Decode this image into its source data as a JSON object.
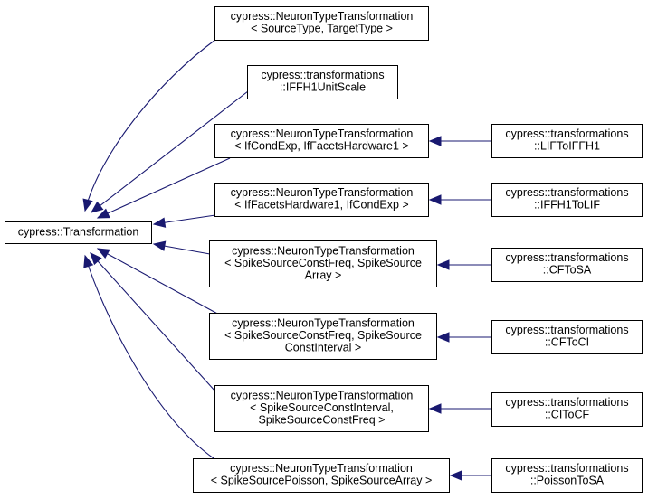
{
  "diagram": {
    "title": "",
    "base": {
      "id": "transformation",
      "lines": [
        "cypress::Transformation"
      ]
    },
    "templates": [
      {
        "id": "ntt-source-target",
        "lines": [
          "cypress::NeuronTypeTransformation",
          "< SourceType, TargetType >"
        ]
      },
      {
        "id": "iffh1-unit-scale",
        "lines": [
          "cypress::transformations",
          "::IFFH1UnitScale"
        ]
      },
      {
        "id": "ntt-ifcondexp-iffacets",
        "lines": [
          "cypress::NeuronTypeTransformation",
          "< IfCondExp, IfFacetsHardware1 >"
        ]
      },
      {
        "id": "ntt-iffacets-ifcondexp",
        "lines": [
          "cypress::NeuronTypeTransformation",
          "< IfFacetsHardware1, IfCondExp >"
        ]
      },
      {
        "id": "ntt-constfreq-array",
        "lines": [
          "cypress::NeuronTypeTransformation",
          "< SpikeSourceConstFreq, SpikeSource",
          "Array >"
        ]
      },
      {
        "id": "ntt-constfreq-constinterval",
        "lines": [
          "cypress::NeuronTypeTransformation",
          "< SpikeSourceConstFreq, SpikeSource",
          "ConstInterval >"
        ]
      },
      {
        "id": "ntt-constinterval-constfreq",
        "lines": [
          "cypress::NeuronTypeTransformation",
          "< SpikeSourceConstInterval,",
          "SpikeSourceConstFreq >"
        ]
      },
      {
        "id": "ntt-poisson-array",
        "lines": [
          "cypress::NeuronTypeTransformation",
          "< SpikeSourcePoisson, SpikeSourceArray >"
        ]
      }
    ],
    "leaves": [
      {
        "id": "lif-to-iffh1",
        "lines": [
          "cypress::transformations",
          "::LIFToIFFH1"
        ]
      },
      {
        "id": "iffh1-to-lif",
        "lines": [
          "cypress::transformations",
          "::IFFH1ToLIF"
        ]
      },
      {
        "id": "cf-to-sa",
        "lines": [
          "cypress::transformations",
          "::CFToSA"
        ]
      },
      {
        "id": "cf-to-ci",
        "lines": [
          "cypress::transformations",
          "::CFToCI"
        ]
      },
      {
        "id": "ci-to-cf",
        "lines": [
          "cypress::transformations",
          "::CIToCF"
        ]
      },
      {
        "id": "poisson-to-sa",
        "lines": [
          "cypress::transformations",
          "::PoissonToSA"
        ]
      }
    ],
    "edges": [
      {
        "from": "ntt-source-target",
        "to": "transformation"
      },
      {
        "from": "iffh1-unit-scale",
        "to": "transformation"
      },
      {
        "from": "ntt-ifcondexp-iffacets",
        "to": "transformation"
      },
      {
        "from": "ntt-iffacets-ifcondexp",
        "to": "transformation"
      },
      {
        "from": "ntt-constfreq-array",
        "to": "transformation"
      },
      {
        "from": "ntt-constfreq-constinterval",
        "to": "transformation"
      },
      {
        "from": "ntt-constinterval-constfreq",
        "to": "transformation"
      },
      {
        "from": "ntt-poisson-array",
        "to": "transformation"
      },
      {
        "from": "lif-to-iffh1",
        "to": "ntt-ifcondexp-iffacets"
      },
      {
        "from": "iffh1-to-lif",
        "to": "ntt-iffacets-ifcondexp"
      },
      {
        "from": "cf-to-sa",
        "to": "ntt-constfreq-array"
      },
      {
        "from": "cf-to-ci",
        "to": "ntt-constfreq-constinterval"
      },
      {
        "from": "ci-to-cf",
        "to": "ntt-constinterval-constfreq"
      },
      {
        "from": "poisson-to-sa",
        "to": "ntt-poisson-array"
      }
    ],
    "colors": {
      "edge": "#191970",
      "box_border": "#000000",
      "box_fill": "#ffffff",
      "base_fill": "#ffffff"
    }
  }
}
